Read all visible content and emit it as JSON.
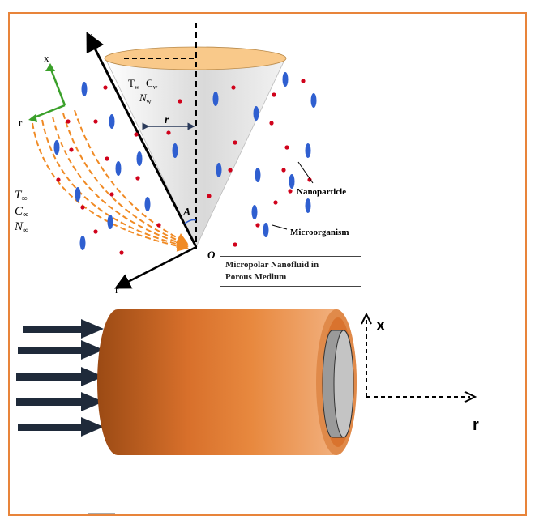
{
  "figure": {
    "border_color": "#E8843A",
    "cone": {
      "axis_x_label": "x",
      "axis_r_label": "r",
      "wall_T": "T",
      "wall_T_sub": "w",
      "wall_C": "C",
      "wall_C_sub": "w",
      "wall_N": "N",
      "wall_N_sub": "w",
      "radius_label": "r",
      "angle_label": "A",
      "origin_label": "O",
      "inset_x_label": "x",
      "inset_r_label": "r",
      "ambient_T": "T",
      "ambient_T_sub": "∞",
      "ambient_C": "C",
      "ambient_C_sub": "∞",
      "ambient_N": "N",
      "ambient_N_sub": "∞",
      "nanoparticle_label": "Nanoparticle",
      "microorganism_label": "Microorganism",
      "medium_label_line1": "Micropolar Nanofluid in",
      "medium_label_line2": "Porous Medium",
      "cone_top_color": "#F9C98A",
      "cone_body_color": "#D8D8D8",
      "nanoparticle_color": "#D0021B",
      "microorganism_color": "#2F5FD0",
      "streamline_color": "#F08A24"
    },
    "cylinder": {
      "axis_x_label": "x",
      "axis_r_label": "r",
      "arrow_count": 5,
      "body_color_dark": "#9B4A14",
      "body_color_mid": "#E07A30",
      "body_color_light": "#F4B98C",
      "arrow_color": "#1F2A3A"
    }
  }
}
